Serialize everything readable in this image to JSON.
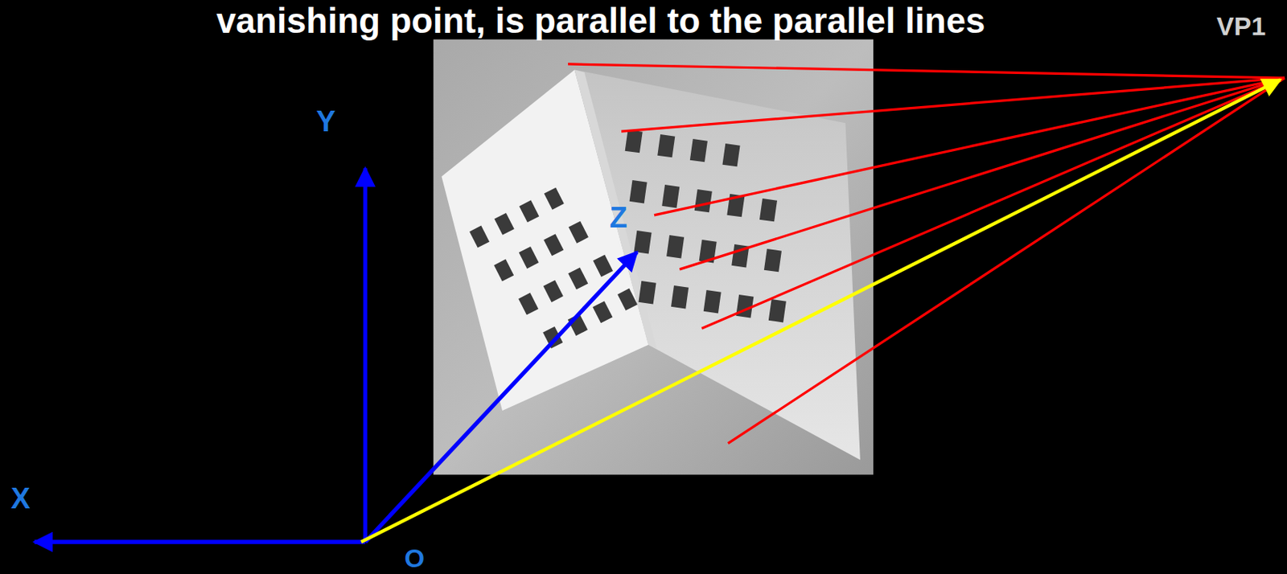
{
  "diagram": {
    "title": "vanishing point, is parallel to the parallel lines",
    "labels": [
      "VP1",
      "Y",
      "Z",
      "X",
      "O"
    ]
  }
}
